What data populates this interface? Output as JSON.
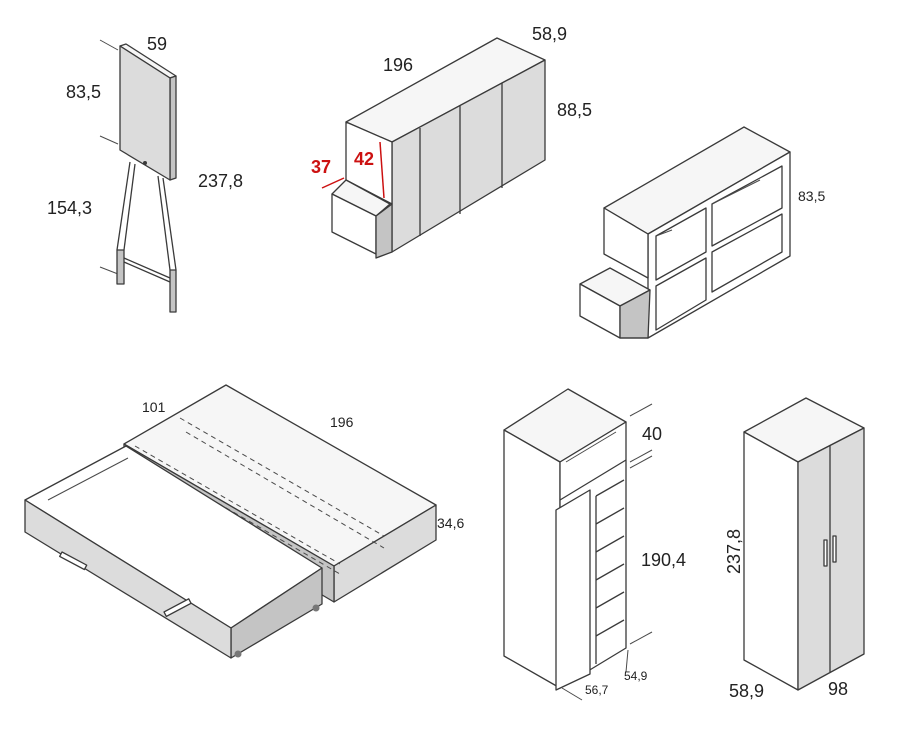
{
  "colors": {
    "line": "#3a3a3a",
    "panel": "#dcdcdc",
    "accent": "#cc1111"
  },
  "easel": {
    "width": "59",
    "panel_height": "83,5",
    "leg_height": "154,3",
    "total_height": "237,8"
  },
  "cabinet": {
    "length": "196",
    "depth": "58,9",
    "height": "88,5",
    "step_depth": "37",
    "step_height": "42"
  },
  "open_shelf": {
    "height": "83,5"
  },
  "trundle_bed": {
    "depth": "101",
    "length": "196",
    "height": "34,6"
  },
  "open_wardrobe": {
    "top_height": "40",
    "body_height": "190,4",
    "depth": "56,7",
    "inner_depth": "54,9"
  },
  "wardrobe": {
    "height": "237,8",
    "depth": "58,9",
    "width": "98"
  }
}
